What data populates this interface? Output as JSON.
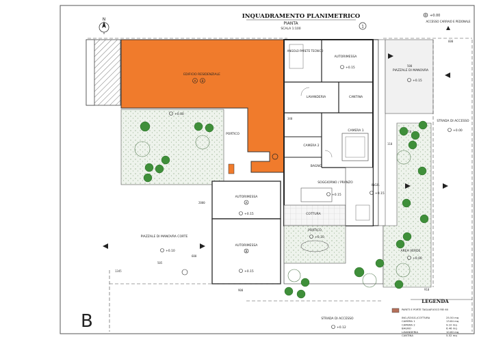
{
  "header": {
    "title": "INQUADRAMENTO PLANIMETRICO",
    "subtitle": "PIANTA",
    "scale": "SCALA 1:100",
    "north": "N",
    "access_label": "ACCESSO CARRAIO E PEDONALE"
  },
  "sheet_letter": "B",
  "rooms": {
    "residential": "EDIFICIO RESIDENZIALE",
    "residential_tags": [
      "A",
      "B"
    ],
    "portico_top": "PORTICO",
    "locale_tecnico": "ANGOLO PARETE TECNICO",
    "garage_top": "AUTORIMESSA",
    "lavanderia": "LAVANDERIA",
    "cantina": "CANTINA",
    "bagno": "BAGNO",
    "camera1": "CAMERA 1",
    "camera2": "CAMERA 2",
    "soggiorno": "SOGGIORNO / PRANZO",
    "cottura": "COTTURA",
    "ingresso": "INGR.",
    "portico_bottom": "PORTICO",
    "garage_a": "AUTORIMESSA",
    "garage_a_tag": "A",
    "garage_b": "AUTORIMESSA",
    "garage_b_tag": "B",
    "piazzale_corte": "PIAZZALE DI MANOVRA CORTE",
    "piazzale_top": "PIAZZALE DI MANOVRA",
    "strada_right": "STRADA DI ACCESSO",
    "strada_bottom": "STRADA DI ACCESSO",
    "area_verde": "AREA VERDE"
  },
  "levels": {
    "top_right": "+0.00",
    "residential": "+0.00",
    "garage_top": "+0.15",
    "piazzale_top": "+0.15",
    "strada_right": "+0.00",
    "soggiorno": "+0.15",
    "ingresso": "+0.15",
    "garage_a": "+0.15",
    "garage_b": "+0.15",
    "piazzale_corte": "+0.10",
    "portico_bottom": "+0.10",
    "area_verde": "+0.00",
    "strada_bottom": "+0.12"
  },
  "dimensions": [
    "500",
    "310",
    "110",
    "340",
    "600",
    "900",
    "1345",
    "910",
    "2000",
    "505",
    "600"
  ],
  "legend": {
    "title": "LEGENDA",
    "swatch_text": "PARETI E PORTE TAGLIAFUOCO REI 60",
    "swatch_color": "#b5705a",
    "rows": [
      {
        "name": "ING./SOGG./COTTURA",
        "value": "25.50 mq"
      },
      {
        "name": "CAMERA 1",
        "value": "13.84 mq"
      },
      {
        "name": "CAMERA 2",
        "value": "9.10 mq"
      },
      {
        "name": "BAGNO",
        "value": "6.46 mq"
      },
      {
        "name": "LAVANDERIA",
        "value": "10.80 mq"
      },
      {
        "name": "CANTINA",
        "value": "5.52 mq"
      }
    ]
  },
  "colors": {
    "residential_fill": "#f07b2c",
    "garden_fill": "#e9efe7",
    "tree": "#3f8f3a",
    "line": "#333333"
  }
}
